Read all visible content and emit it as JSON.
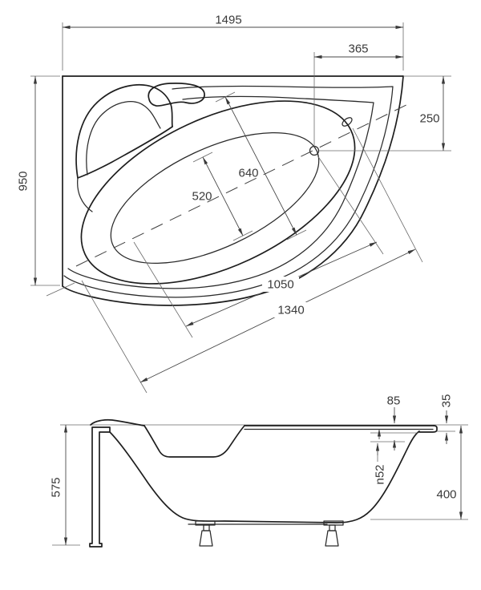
{
  "dimensions": {
    "top_view": {
      "length_total": "1495",
      "drain_to_right_edge": "365",
      "drain_to_back_edge": "250",
      "width_total": "950",
      "basin_width_outer": "640",
      "basin_width_floor": "520",
      "diagonal_inner": "1050",
      "diagonal_outer": "1340"
    },
    "side_view": {
      "height_total": "575",
      "overflow_offset": "85",
      "rim_height": "35",
      "overflow_diameter": "n52",
      "inner_depth": "400"
    }
  }
}
